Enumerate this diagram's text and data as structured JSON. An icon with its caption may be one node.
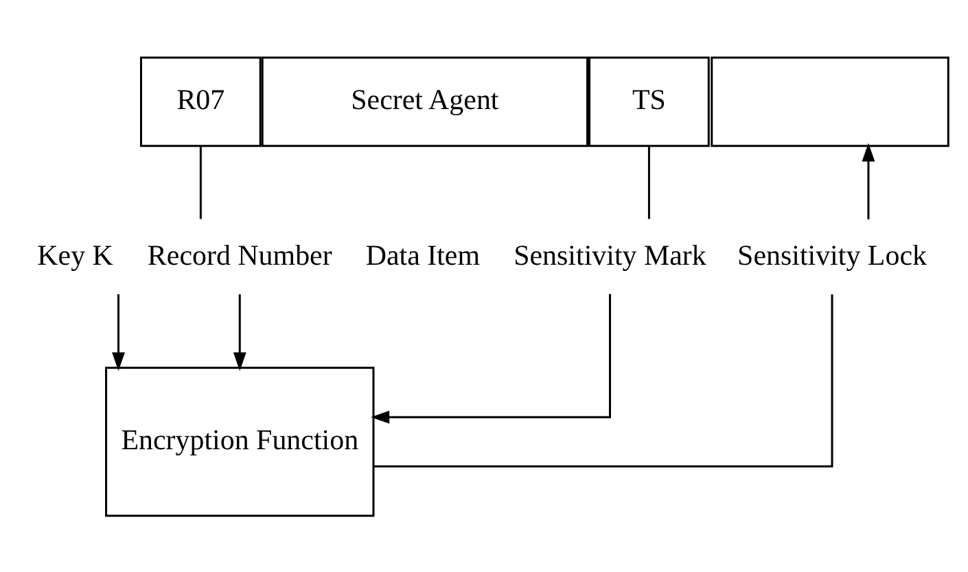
{
  "diagram": {
    "nodes": [
      {
        "text": [
          "R07"
        ]
      },
      {
        "text": [
          "Secret Agent"
        ]
      },
      {
        "text": [
          "TS"
        ]
      },
      {
        "text": [],
        "shape": "box"
      },
      {
        "text": [
          "Record Number"
        ]
      },
      {
        "text": [
          "Sensitivity Mark"
        ]
      },
      {
        "text": [
          "Sensitivity Lock"
        ]
      },
      {
        "text": [
          "Key K"
        ]
      },
      {
        "text": [
          "Encryption Function"
        ]
      }
    ],
    "edges": [
      {
        "from": 0,
        "to": 4,
        "arrow": "none"
      },
      {
        "from": 4,
        "to": 8,
        "arrow": "to"
      },
      {
        "from": 2,
        "to": 5,
        "arrow": "none"
      },
      {
        "from": 5,
        "to": 8,
        "arrow": "to"
      },
      {
        "from": 8,
        "to": 6,
        "arrow": "none"
      },
      {
        "from": 6,
        "to": 3,
        "arrow": "to"
      },
      {
        "from": 7,
        "to": 8,
        "arrow": "to"
      }
    ],
    "labels": [
      "Data Item"
    ]
  }
}
